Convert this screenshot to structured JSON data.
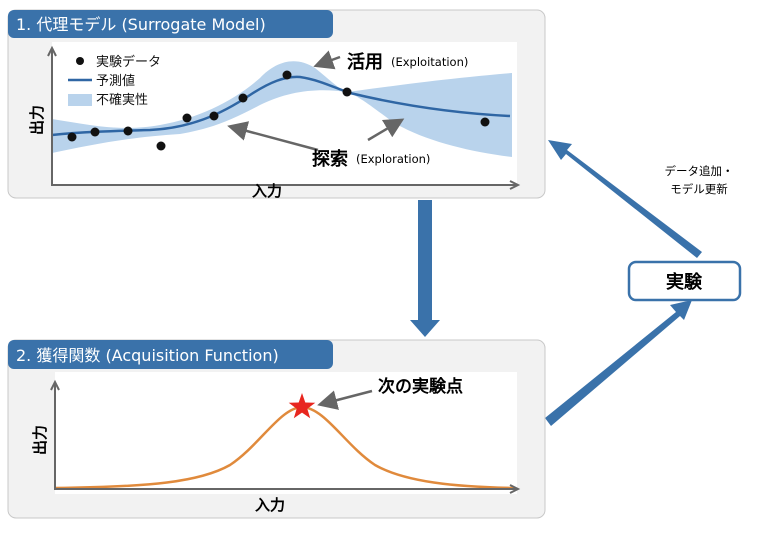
{
  "panel1": {
    "title": "1. 代理モデル (Surrogate Model)",
    "legend": {
      "data": "実験データ",
      "prediction": "予測値",
      "uncertainty": "不確実性"
    },
    "exploitation_jp": "活用",
    "exploitation_en": "(Exploitation)",
    "exploration_jp": "探索",
    "exploration_en": "(Exploration)",
    "ylabel": "出力",
    "xlabel": "入力"
  },
  "panel2": {
    "title": "2. 獲得関数 (Acquisition Function)",
    "next_point": "次の実験点",
    "ylabel": "出力",
    "xlabel": "入力"
  },
  "experiment": {
    "label": "実験"
  },
  "update_label": {
    "line1": "データ追加・",
    "line2": "モデル更新"
  },
  "colors": {
    "accent": "#3a72aa",
    "band": "#b9d3ec",
    "acq": "#e08a3c",
    "star": "#e8261f"
  }
}
